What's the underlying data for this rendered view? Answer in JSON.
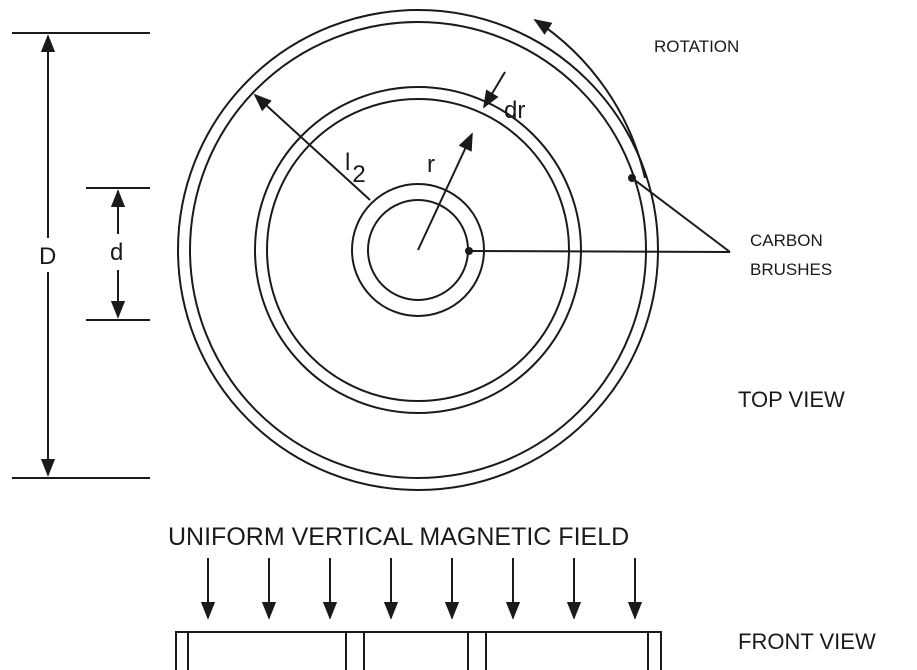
{
  "labels": {
    "rotation": "ROTATION",
    "dr": "dr",
    "r": "r",
    "l2_main": "l",
    "l2_sub": "2",
    "big_d": "D",
    "small_d": "d",
    "carbon": "CARBON",
    "brushes": "BRUSHES",
    "top_view": "TOP VIEW",
    "field": "UNIFORM VERTICAL MAGNETIC FIELD",
    "front_view": "FRONT VIEW"
  },
  "colors": {
    "ink": "#1a1a1a",
    "background": "#ffffff"
  },
  "field_arrow_count": 8
}
